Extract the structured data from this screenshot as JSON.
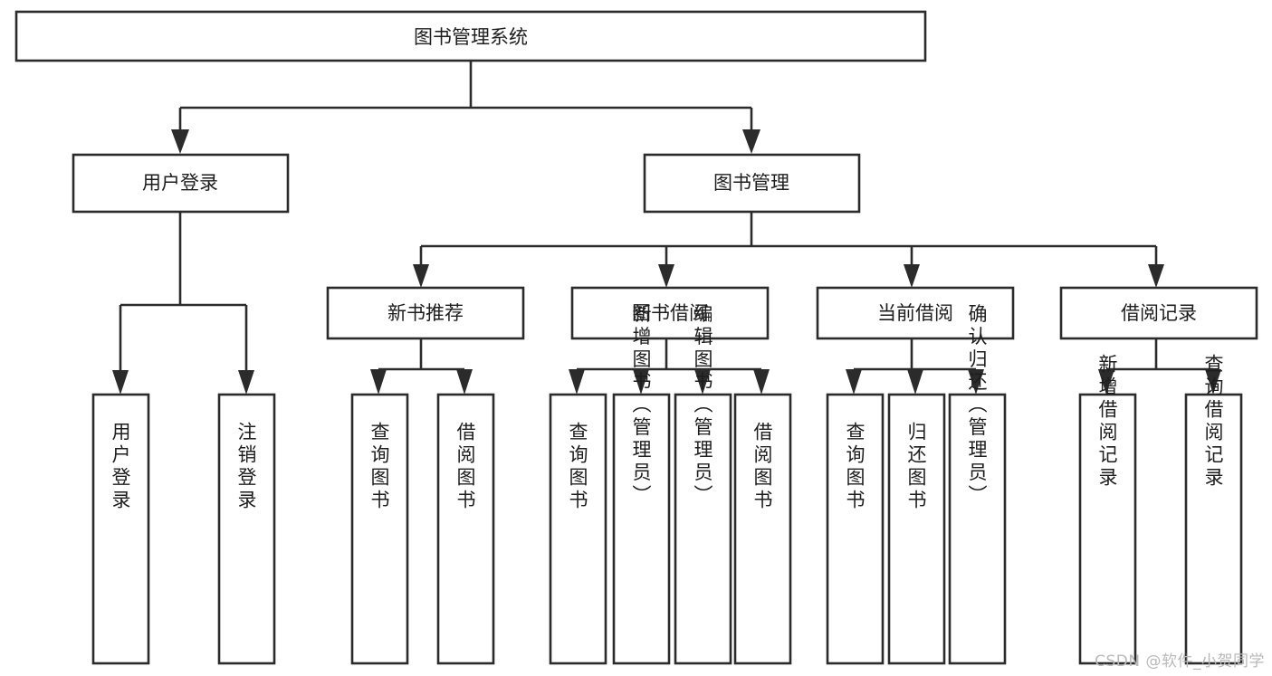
{
  "diagram": {
    "type": "tree-hierarchy",
    "title": "图书管理系统",
    "root": {
      "id": "root",
      "label": "图书管理系统",
      "orientation": "horizontal"
    },
    "level1": [
      {
        "id": "user-login",
        "label": "用户登录",
        "orientation": "horizontal"
      },
      {
        "id": "book-manage",
        "label": "图书管理",
        "orientation": "horizontal"
      }
    ],
    "level2": [
      {
        "id": "new-book-recommend",
        "label": "新书推荐",
        "parent": "book-manage",
        "orientation": "horizontal"
      },
      {
        "id": "book-borrow",
        "label": "图书借阅",
        "parent": "book-manage",
        "orientation": "horizontal"
      },
      {
        "id": "current-borrow",
        "label": "当前借阅",
        "parent": "book-manage",
        "orientation": "horizontal"
      },
      {
        "id": "borrow-record",
        "label": "借阅记录",
        "parent": "book-manage",
        "orientation": "horizontal"
      }
    ],
    "leaves": [
      {
        "id": "leaf-user-login",
        "label": "用户登录",
        "parent": "user-login",
        "orientation": "vertical"
      },
      {
        "id": "leaf-logout-login",
        "label": "注销登录",
        "parent": "user-login",
        "orientation": "vertical"
      },
      {
        "id": "leaf-query-book-1",
        "label": "查询图书",
        "parent": "new-book-recommend",
        "orientation": "vertical"
      },
      {
        "id": "leaf-borrow-book-1",
        "label": "借阅图书",
        "parent": "new-book-recommend",
        "orientation": "vertical"
      },
      {
        "id": "leaf-query-book-2",
        "label": "查询图书",
        "parent": "book-borrow",
        "orientation": "vertical"
      },
      {
        "id": "leaf-add-book",
        "label": "新增图书（管理员）",
        "parent": "book-borrow",
        "orientation": "vertical"
      },
      {
        "id": "leaf-edit-book",
        "label": "编辑图书（管理员）",
        "parent": "book-borrow",
        "orientation": "vertical"
      },
      {
        "id": "leaf-borrow-book-2",
        "label": "借阅图书",
        "parent": "book-borrow",
        "orientation": "vertical"
      },
      {
        "id": "leaf-query-book-3",
        "label": "查询图书",
        "parent": "current-borrow",
        "orientation": "vertical"
      },
      {
        "id": "leaf-return-book",
        "label": "归还图书",
        "parent": "current-borrow",
        "orientation": "vertical"
      },
      {
        "id": "leaf-confirm-return",
        "label": "确认归还（管理员）",
        "parent": "current-borrow",
        "orientation": "vertical"
      },
      {
        "id": "leaf-add-record",
        "label": "新增借阅记录",
        "parent": "borrow-record",
        "orientation": "vertical"
      },
      {
        "id": "leaf-query-record",
        "label": "查询借阅记录",
        "parent": "borrow-record",
        "orientation": "vertical"
      }
    ],
    "colors": {
      "stroke": "#2b2b2b",
      "fill": "#ffffff",
      "text": "#1d1d1d",
      "watermark": "#b9b9b9"
    }
  },
  "watermark": {
    "label": "CSDN @软件_小贺同学"
  }
}
